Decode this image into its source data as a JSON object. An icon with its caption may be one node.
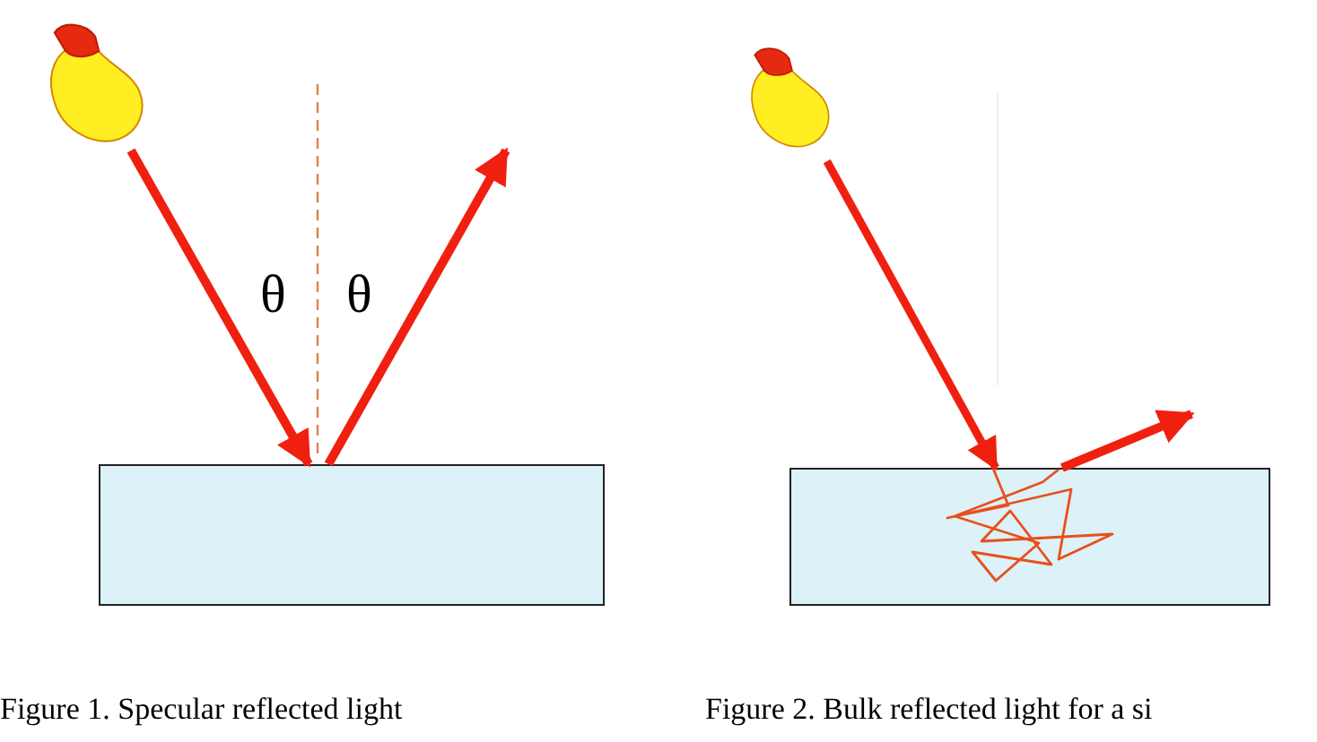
{
  "diagram": {
    "nodes": [
      {
        "text": [],
        "shape": "picture"
      },
      {
        "text": [],
        "shape": "box"
      },
      {
        "text": [],
        "shape": "picture"
      },
      {
        "text": [],
        "shape": "box"
      }
    ],
    "edges": [
      {
        "from": 0,
        "to": 1,
        "arrow": "to"
      },
      {
        "from": 1,
        "to": null,
        "arrow": "to"
      },
      {
        "from": 2,
        "to": 3,
        "arrow": "to"
      },
      {
        "from": 3,
        "to": null,
        "arrow": "to"
      }
    ],
    "labels": [
      "θ",
      "θ",
      "Figure 1. Specular reflected light",
      "Figure 2. Bulk reflected light for a si"
    ]
  }
}
